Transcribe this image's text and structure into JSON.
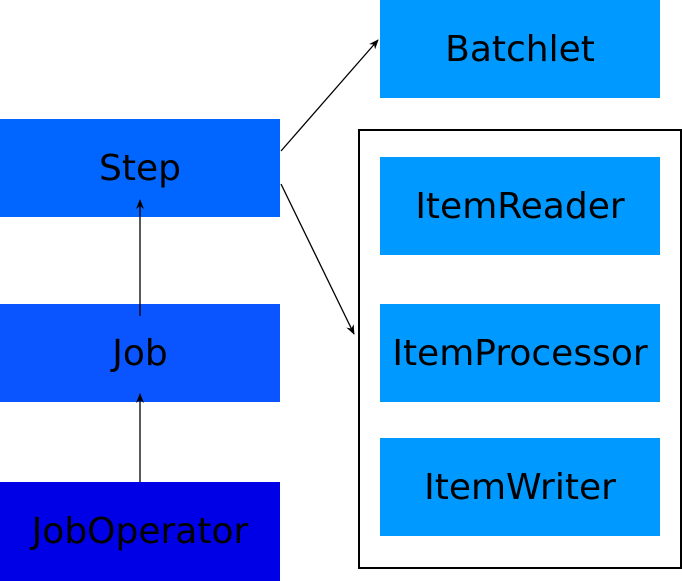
{
  "nodes": {
    "step": {
      "label": "Step"
    },
    "job": {
      "label": "Job"
    },
    "job_operator": {
      "label": "JobOperator"
    },
    "batchlet": {
      "label": "Batchlet"
    },
    "item_reader": {
      "label": "ItemReader"
    },
    "item_processor": {
      "label": "ItemProcessor"
    },
    "item_writer": {
      "label": "ItemWriter"
    }
  },
  "edges": [
    {
      "from": "job_operator",
      "to": "job"
    },
    {
      "from": "job",
      "to": "step"
    },
    {
      "from": "step",
      "to": "batchlet"
    },
    {
      "from": "step",
      "to": "chunk_group"
    }
  ],
  "colors": {
    "step": "#0066ff",
    "job": "#0a55ff",
    "job_operator": "#0000e6",
    "batchlet": "#0099ff",
    "item_boxes": "#0099ff",
    "text": "#000000",
    "edge": "#000000",
    "group_border": "#000000"
  }
}
